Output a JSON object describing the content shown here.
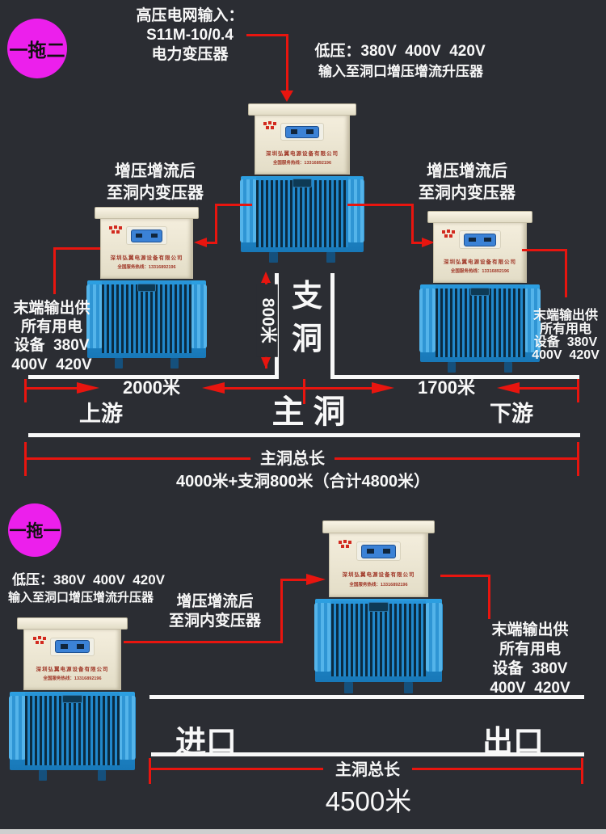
{
  "colors": {
    "background": "#2b2d33",
    "accent_red": "#e8150f",
    "badge_magenta": "#ec1fec",
    "tunnel_white": "#f8f8f8",
    "transformer_cream": "#ece6d4",
    "transformer_blue": "#1f8fd2"
  },
  "transformer": {
    "company": "深圳弘翼电源设备有限公司",
    "hotline": "全国服务热线：13316892196"
  },
  "section1": {
    "badge": "一拖二",
    "hv_input": {
      "line1": "高压电网输入：",
      "line2": "S11M-10/0.4",
      "line3": "电力变压器"
    },
    "lv_input": {
      "line1": "低压：380V  400V  420V",
      "line2": "输入至洞口增压增流升压器"
    },
    "boost_left": {
      "line1": "增压增流后",
      "line2": "至洞内变压器"
    },
    "boost_right": {
      "line1": "增压增流后",
      "line2": "至洞内变压器"
    },
    "end_left": {
      "line1": "末端输出供",
      "line2": "所有用电",
      "line3": "设备  380V",
      "line4": "400V  420V"
    },
    "end_right": {
      "line1": "末端输出供",
      "line2": "所有用电",
      "line3": "设备  380V",
      "line4": "400V  420V"
    },
    "branch": {
      "length": "800米",
      "label": "支洞"
    },
    "main": {
      "dim_left": "2000米",
      "dim_right": "1700米",
      "upstream": "上游",
      "label": "主 洞",
      "downstream": "下游"
    },
    "total": {
      "label": "主洞总长",
      "value": "4000米+支洞800米（合计4800米）"
    }
  },
  "section2": {
    "badge": "一拖一",
    "lv_input": {
      "line1": "低压：380V  400V  420V",
      "line2": "输入至洞口增压增流升压器"
    },
    "boost": {
      "line1": "增压增流后",
      "line2": "至洞内变压器"
    },
    "end": {
      "line1": "末端输出供",
      "line2": "所有用电",
      "line3": "设备  380V",
      "line4": "400V  420V"
    },
    "main": {
      "entrance": "进口",
      "exit": "出口"
    },
    "total": {
      "label": "主洞总长",
      "value": "4500米"
    }
  }
}
